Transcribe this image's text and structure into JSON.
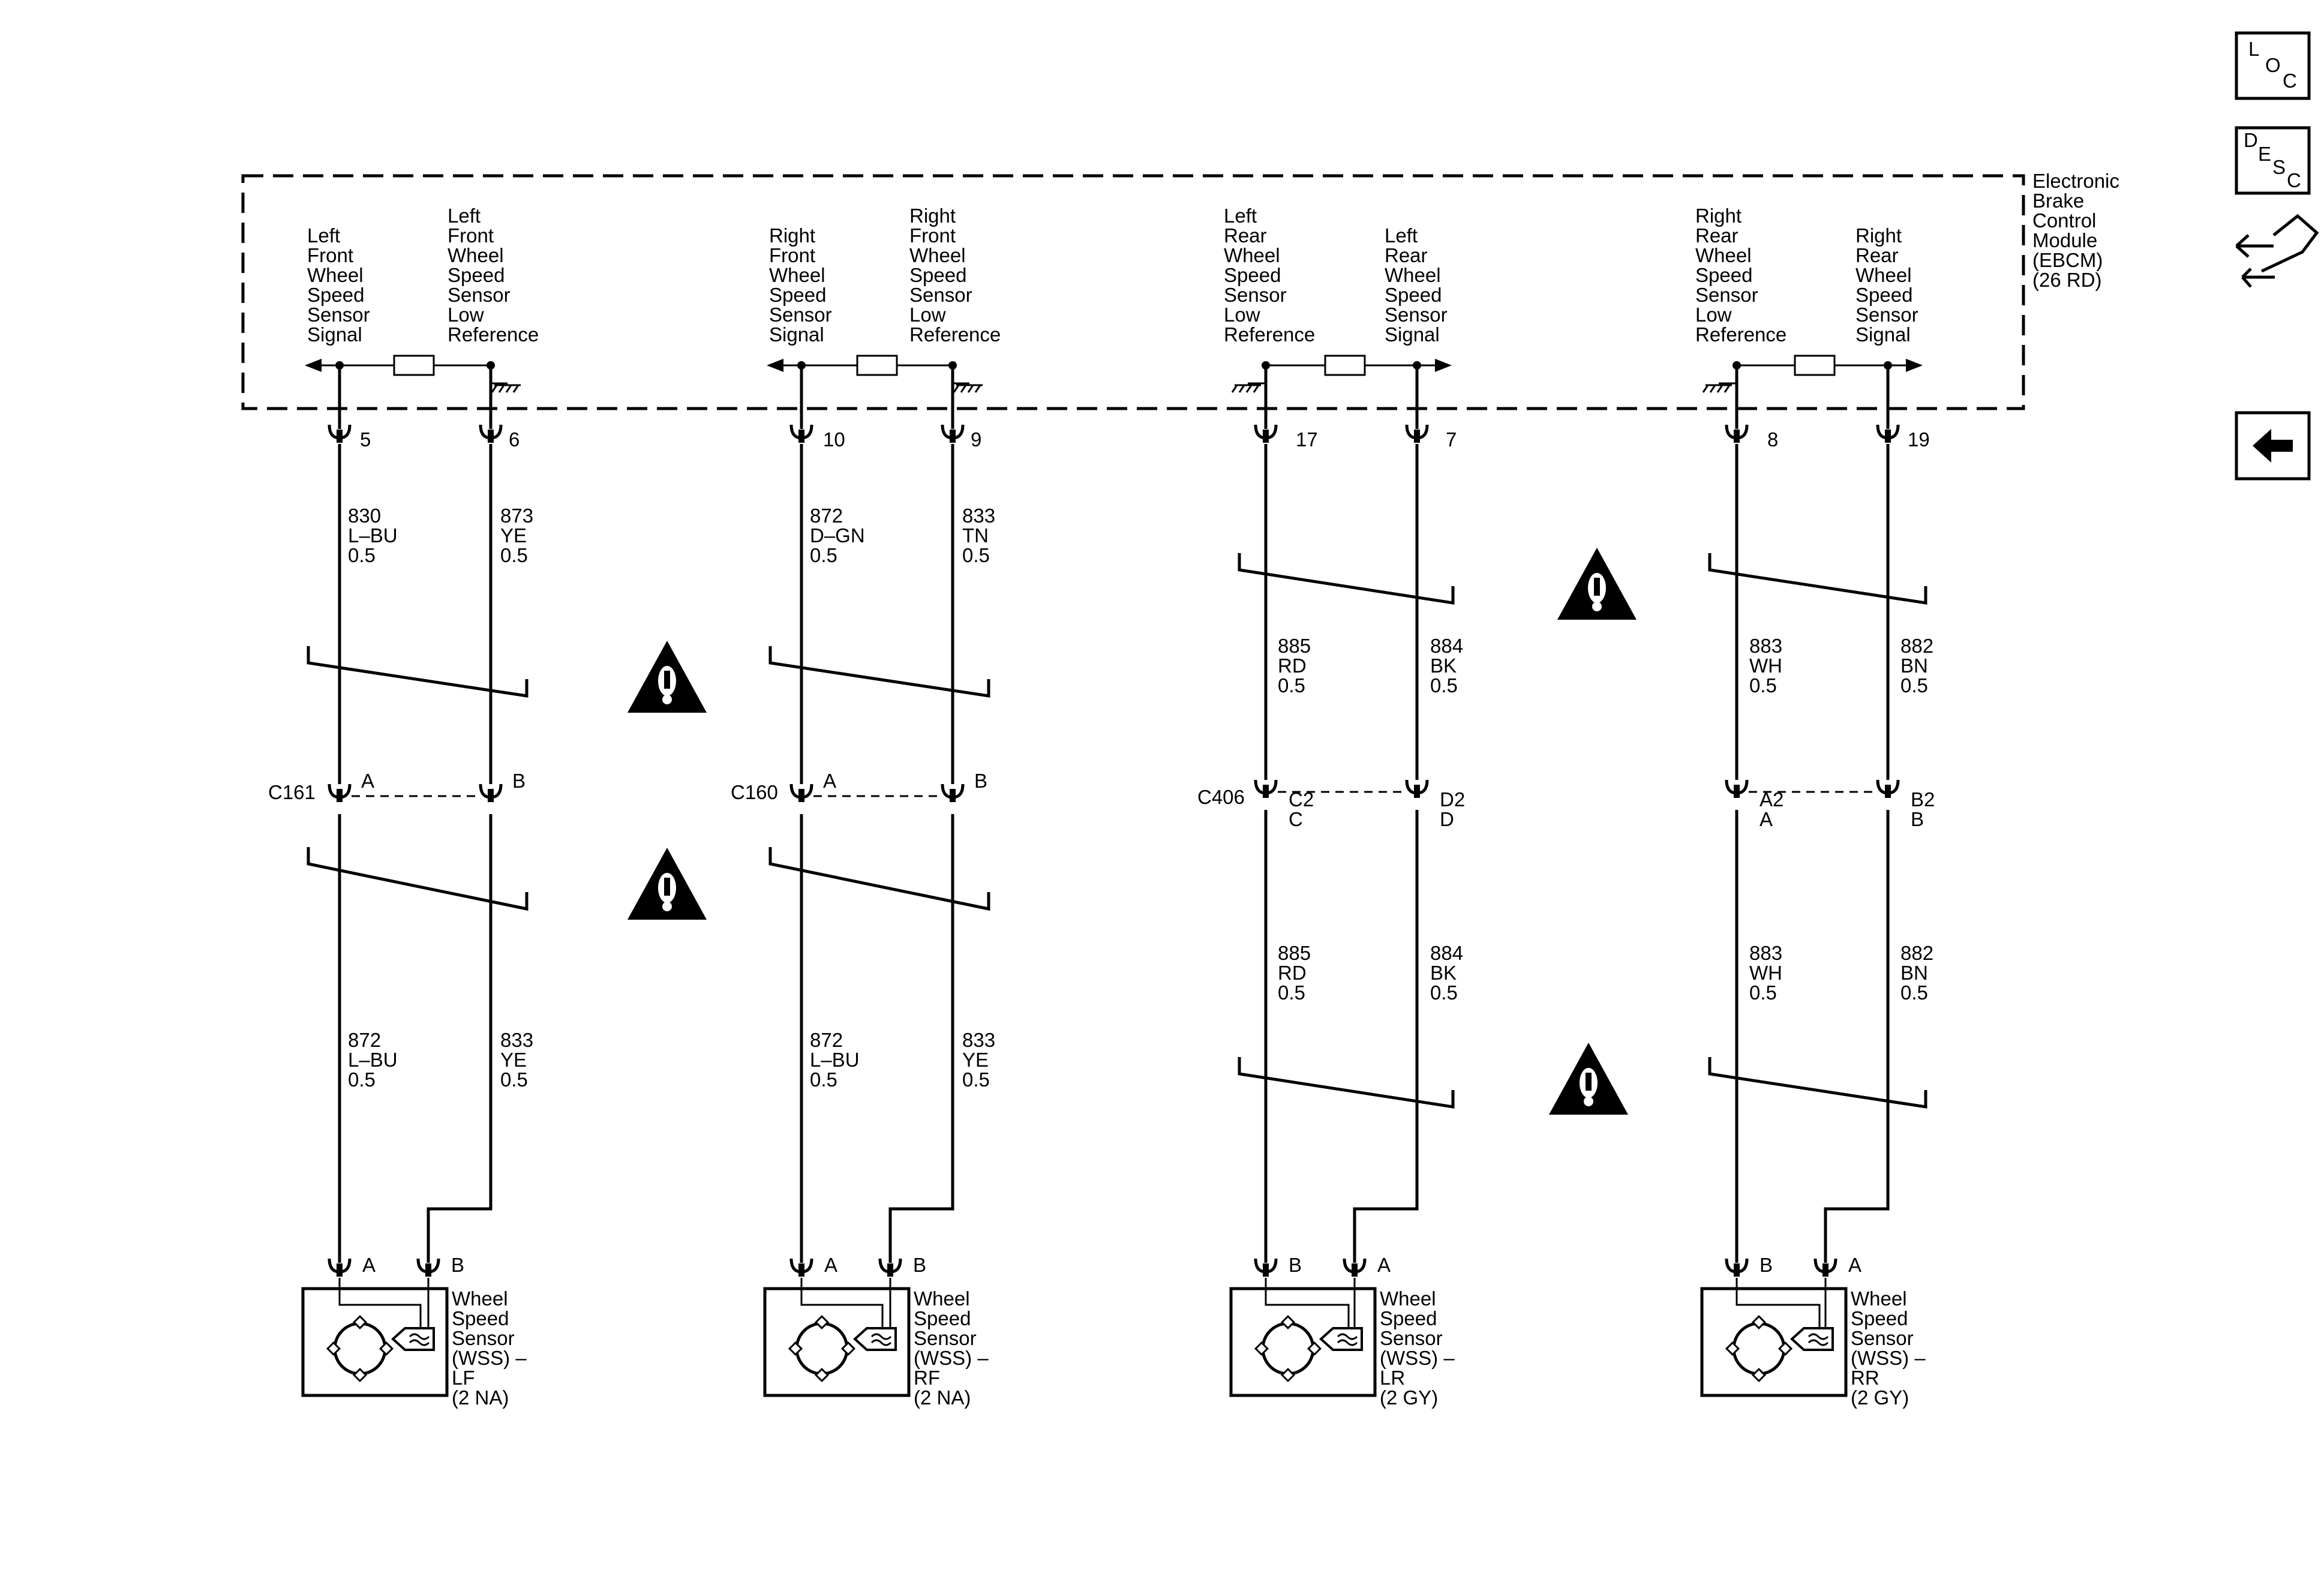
{
  "module": {
    "name_lines": [
      "Electronic",
      "Brake",
      "Control",
      "Module",
      "(EBCM)",
      "(26 RD)"
    ]
  },
  "side_icons": [
    "loc-icon",
    "desc-icon",
    "diagnostic-icon",
    "back-arrow-icon"
  ],
  "side_icon_text": {
    "loc": [
      "L",
      "O",
      "C"
    ],
    "desc": [
      "D",
      "E",
      "S",
      "C"
    ]
  },
  "channels": [
    {
      "id": "lf",
      "labels": [
        {
          "lines": [
            "Left",
            "Front",
            "Wheel",
            "Speed",
            "Sensor",
            "Signal"
          ]
        },
        {
          "lines": [
            "Left",
            "Front",
            "Wheel",
            "Speed",
            "Sensor",
            "Low",
            "Reference"
          ]
        }
      ],
      "pins": [
        "5",
        "6"
      ],
      "upper_wires": [
        {
          "lines": [
            "830",
            "L–BU",
            "0.5"
          ]
        },
        {
          "lines": [
            "873",
            "YE",
            "0.5"
          ]
        }
      ],
      "connector": {
        "name": "C161",
        "pins": [
          [
            "A"
          ],
          [
            "B"
          ]
        ]
      },
      "lower_wires": [
        {
          "lines": [
            "872",
            "L–BU",
            "0.5"
          ]
        },
        {
          "lines": [
            "833",
            "YE",
            "0.5"
          ]
        }
      ],
      "sensor_pins": [
        "A",
        "B"
      ],
      "sensor": {
        "lines": [
          "Wheel",
          "Speed",
          "Sensor",
          "(WSS) –",
          "LF",
          "(2 NA)"
        ]
      }
    },
    {
      "id": "rf",
      "labels": [
        {
          "lines": [
            "Right",
            "Front",
            "Wheel",
            "Speed",
            "Sensor",
            "Signal"
          ]
        },
        {
          "lines": [
            "Right",
            "Front",
            "Wheel",
            "Speed",
            "Sensor",
            "Low",
            "Reference"
          ]
        }
      ],
      "pins": [
        "10",
        "9"
      ],
      "upper_wires": [
        {
          "lines": [
            "872",
            "D–GN",
            "0.5"
          ]
        },
        {
          "lines": [
            "833",
            "TN",
            "0.5"
          ]
        }
      ],
      "connector": {
        "name": "C160",
        "pins": [
          [
            "A"
          ],
          [
            "B"
          ]
        ]
      },
      "lower_wires": [
        {
          "lines": [
            "872",
            "L–BU",
            "0.5"
          ]
        },
        {
          "lines": [
            "833",
            "YE",
            "0.5"
          ]
        }
      ],
      "sensor_pins": [
        "A",
        "B"
      ],
      "sensor": {
        "lines": [
          "Wheel",
          "Speed",
          "Sensor",
          "(WSS) –",
          "RF",
          "(2 NA)"
        ]
      }
    },
    {
      "id": "lr",
      "labels": [
        {
          "lines": [
            "Left",
            "Rear",
            "Wheel",
            "Speed",
            "Sensor",
            "Low",
            "Reference"
          ]
        },
        {
          "lines": [
            "Left",
            "Rear",
            "Wheel",
            "Speed",
            "Sensor",
            "Signal"
          ]
        }
      ],
      "pins": [
        "17",
        "7"
      ],
      "upper_wires": [
        {
          "lines": [
            "885",
            "RD",
            "0.5"
          ]
        },
        {
          "lines": [
            "884",
            "BK",
            "0.5"
          ]
        }
      ],
      "connector": {
        "name": "C406",
        "pins": [
          [
            "C2",
            "C"
          ],
          [
            "D2",
            "D"
          ]
        ]
      },
      "lower_wires": [
        {
          "lines": [
            "885",
            "RD",
            "0.5"
          ]
        },
        {
          "lines": [
            "884",
            "BK",
            "0.5"
          ]
        }
      ],
      "sensor_pins": [
        "B",
        "A"
      ],
      "sensor": {
        "lines": [
          "Wheel",
          "Speed",
          "Sensor",
          "(WSS) –",
          "LR",
          "(2 GY)"
        ]
      }
    },
    {
      "id": "rr",
      "labels": [
        {
          "lines": [
            "Right",
            "Rear",
            "Wheel",
            "Speed",
            "Sensor",
            "Low",
            "Reference"
          ]
        },
        {
          "lines": [
            "Right",
            "Rear",
            "Wheel",
            "Speed",
            "Sensor",
            "Signal"
          ]
        }
      ],
      "pins": [
        "8",
        "19"
      ],
      "upper_wires": [
        {
          "lines": [
            "883",
            "WH",
            "0.5"
          ]
        },
        {
          "lines": [
            "882",
            "BN",
            "0.5"
          ]
        }
      ],
      "connector": {
        "name": "",
        "pins": [
          [
            "A2",
            "A"
          ],
          [
            "B2",
            "B"
          ]
        ]
      },
      "lower_wires": [
        {
          "lines": [
            "883",
            "WH",
            "0.5"
          ]
        },
        {
          "lines": [
            "882",
            "BN",
            "0.5"
          ]
        }
      ],
      "sensor_pins": [
        "B",
        "A"
      ],
      "sensor": {
        "lines": [
          "Wheel",
          "Speed",
          "Sensor",
          "(WSS) –",
          "RR",
          "(2 GY)"
        ]
      }
    }
  ]
}
